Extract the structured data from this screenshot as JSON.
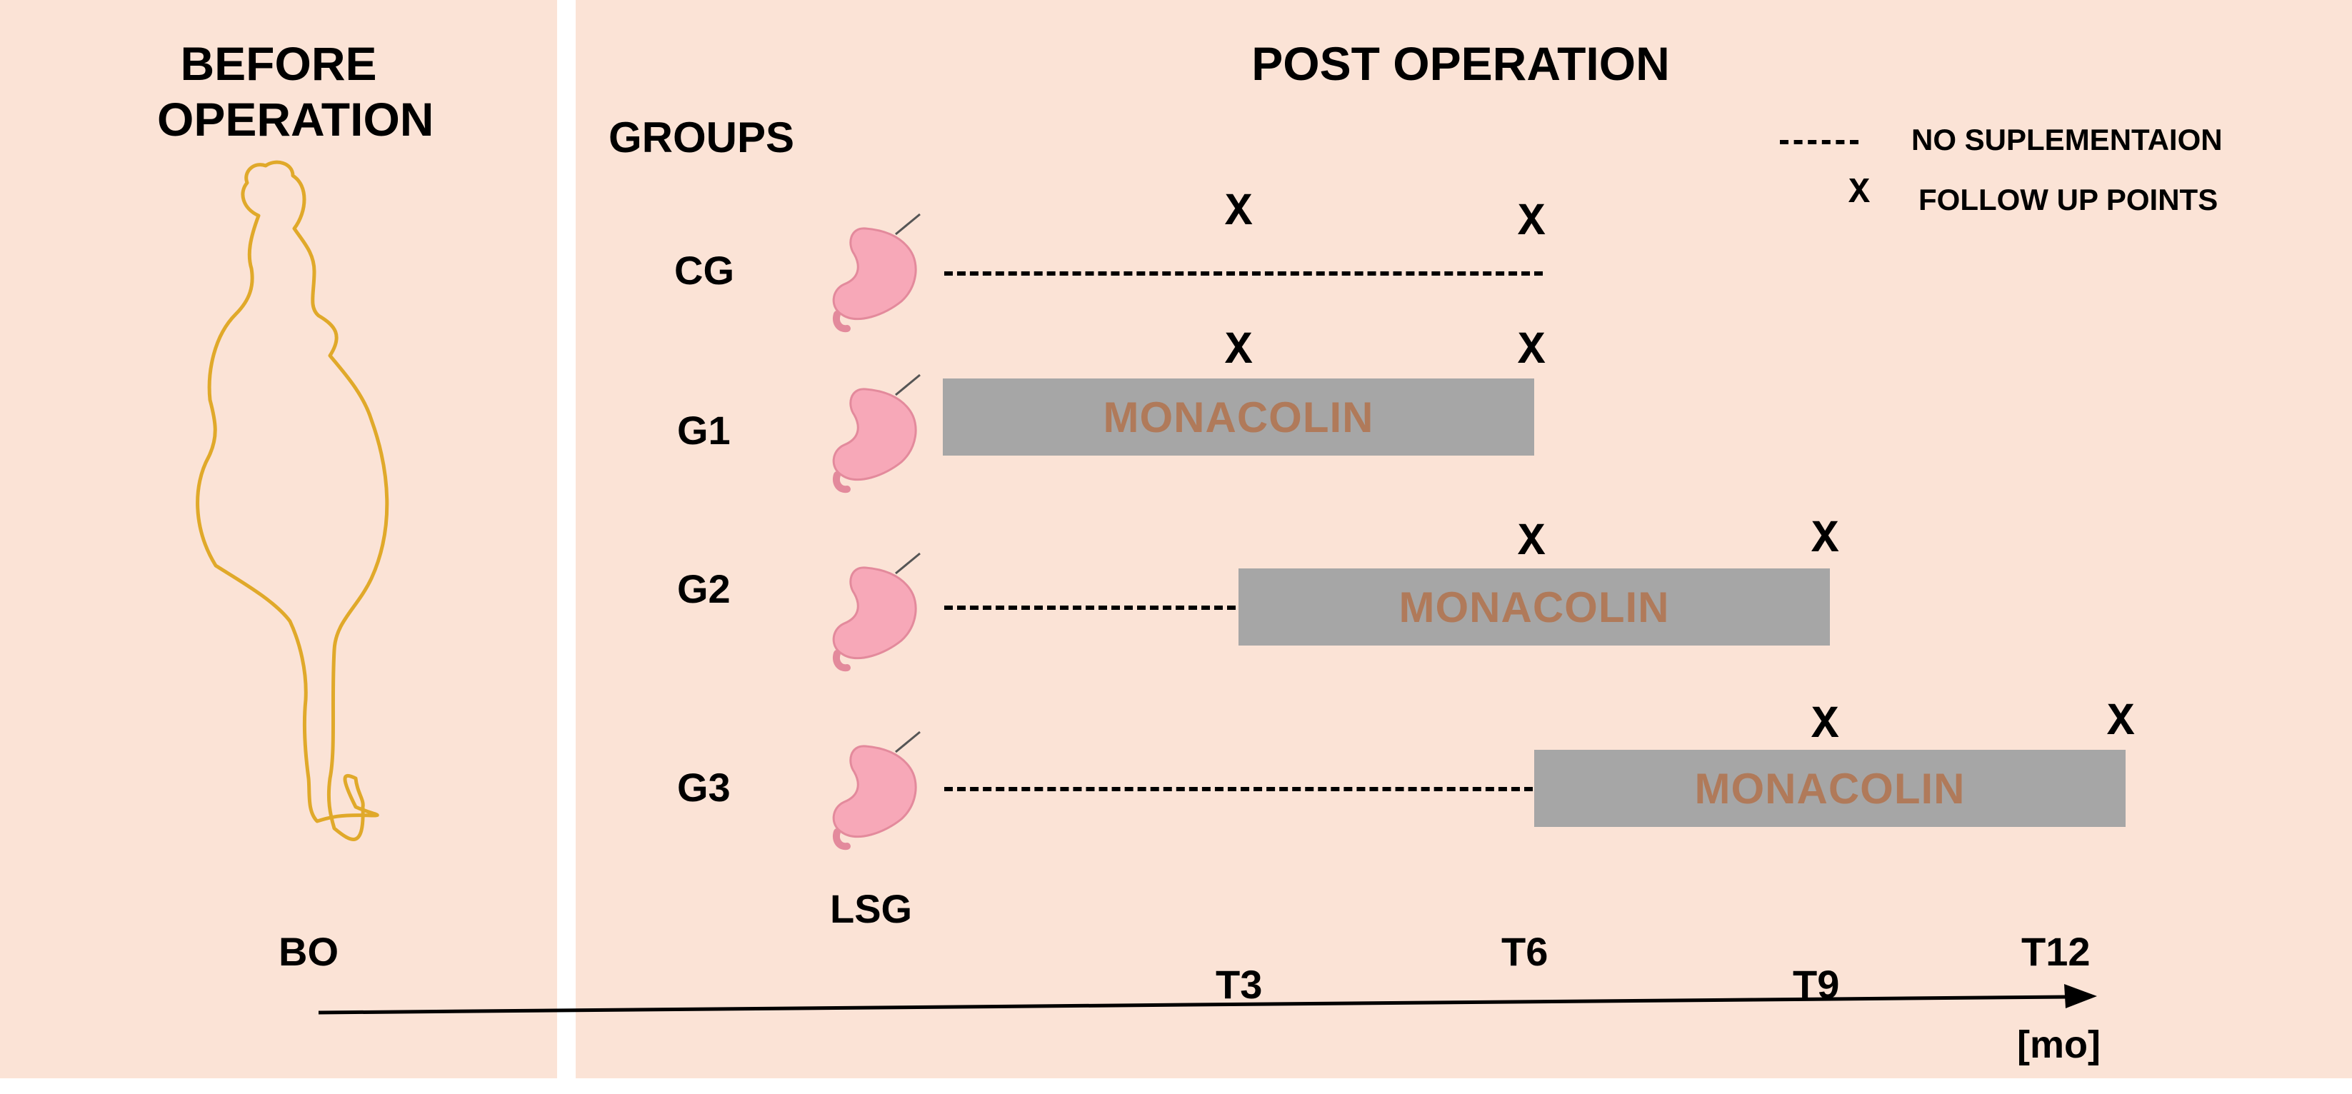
{
  "panels": {
    "before": {
      "title_line1": "BEFORE",
      "title_line2": "OPERATION",
      "bottom_label": "BO"
    },
    "post": {
      "title": "POST OPERATION",
      "groups_heading": "GROUPS",
      "surgery_label": "LSG"
    }
  },
  "legend": {
    "dashed_label": "NO SUPLEMENTAION",
    "x_symbol": "X",
    "x_label": "FOLLOW UP POINTS"
  },
  "groups": [
    {
      "label": "CG",
      "bar_label": "",
      "followups": [
        "X",
        "X"
      ]
    },
    {
      "label": "G1",
      "bar_label": "MONACOLIN",
      "followups": [
        "X",
        "X"
      ]
    },
    {
      "label": "G2",
      "bar_label": "MONACOLIN",
      "followups": [
        "X",
        "X"
      ]
    },
    {
      "label": "G3",
      "bar_label": "MONACOLIN",
      "followups": [
        "X",
        "X"
      ]
    }
  ],
  "timeline": {
    "ticks": [
      "T3",
      "T6",
      "T9",
      "T12"
    ],
    "unit": "[mo]"
  },
  "colors": {
    "panel_bg": "#fbe3d6",
    "bar_fill": "#a6a6a6",
    "bar_text": "#b07a5a",
    "silhouette": "#e0a92a",
    "stomach": "#f7a8b8"
  }
}
